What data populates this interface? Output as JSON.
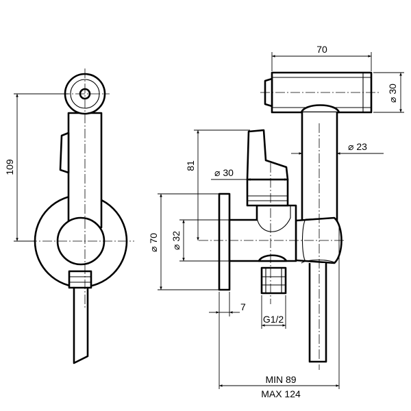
{
  "dimensions": {
    "width_70": "70",
    "dia_30_head": "⌀ 30",
    "dia_23": "⌀ 23",
    "dia_30_valve": "⌀ 30",
    "height_81": "81",
    "height_109": "109",
    "dia_70": "⌀ 70",
    "dia_32": "⌀ 32",
    "depth_7": "7",
    "thread": "G1/2",
    "min_length": "MIN 89",
    "max_length": "MAX 124"
  }
}
